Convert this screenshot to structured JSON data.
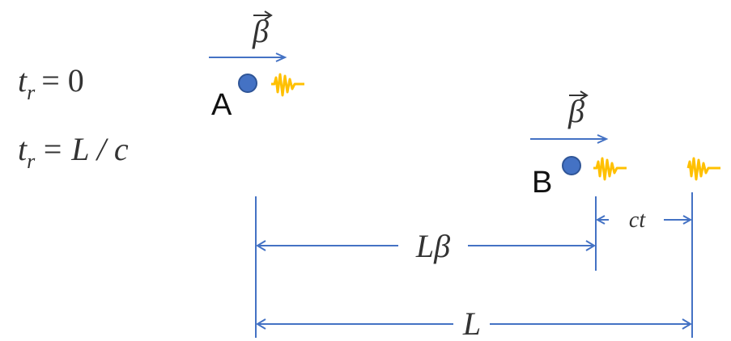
{
  "equations": {
    "time_a": {
      "var": "t",
      "sub": "r",
      "rhs": "= 0"
    },
    "time_b": {
      "var": "t",
      "sub": "r",
      "rhs": "= L / c"
    }
  },
  "particles": {
    "a": {
      "label": "A",
      "velocity": "β"
    },
    "b": {
      "label": "B",
      "velocity": "β"
    }
  },
  "dimensions": {
    "l_beta": "Lβ",
    "ct": "ct",
    "l": "L"
  },
  "colors": {
    "line": "#4472c4",
    "particle_fill": "#4472c4",
    "particle_stroke": "#2f5597",
    "wave": "#ffc000",
    "text": "#333333"
  }
}
